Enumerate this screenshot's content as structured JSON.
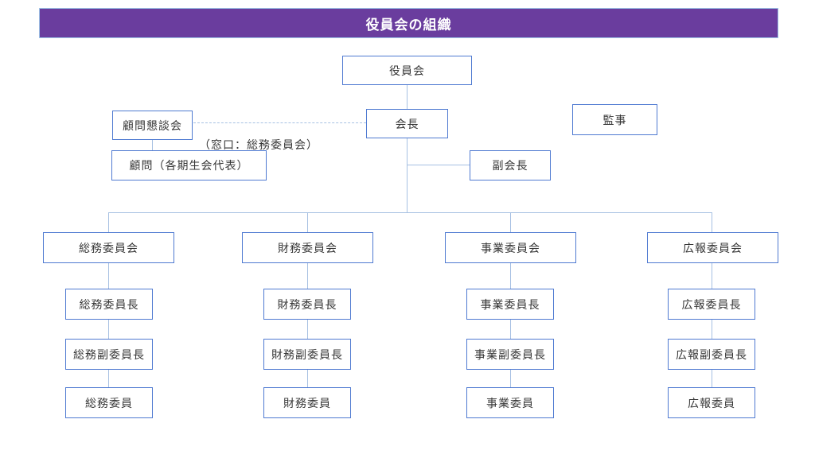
{
  "title": "役員会の組織",
  "colors": {
    "title_bg": "#6a3d9e",
    "title_text": "#ffffff",
    "box_border": "#4f7ad1",
    "connector": "#a6c0e2",
    "box_text": "#373737"
  },
  "nodes": {
    "board": "役員会",
    "chairman": "会長",
    "auditor": "監事",
    "advisor_council": "顧問懇談会",
    "advisors": "顧問（各期生会代表）",
    "advisor_note": "（窓口：総務委員会）",
    "vice_chairman": "副会長"
  },
  "committees": [
    {
      "name": "総務委員会",
      "chief": "総務委員長",
      "vice_chief": "総務副委員長",
      "members": "総務委員"
    },
    {
      "name": "財務委員会",
      "chief": "財務委員長",
      "vice_chief": "財務副委員長",
      "members": "財務委員"
    },
    {
      "name": "事業委員会",
      "chief": "事業委員長",
      "vice_chief": "事業副委員長",
      "members": "事業委員"
    },
    {
      "name": "広報委員会",
      "chief": "広報委員長",
      "vice_chief": "広報副委員長",
      "members": "広報委員"
    }
  ]
}
